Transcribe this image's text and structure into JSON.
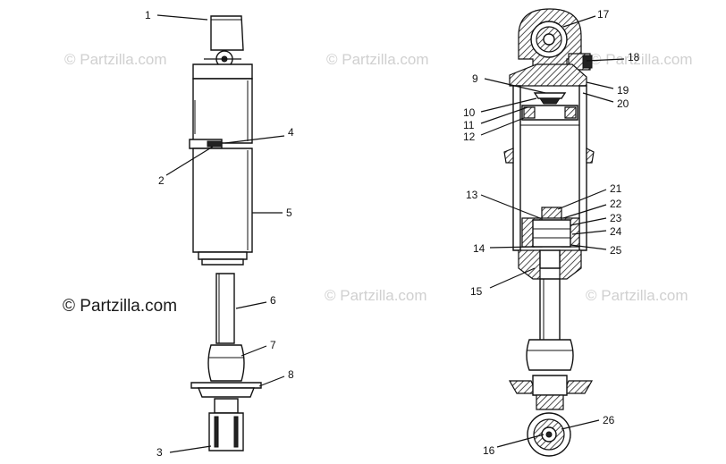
{
  "watermarks": {
    "text": "© Partzilla.com",
    "strong_text": "© Partzilla.com"
  },
  "callouts": [
    "1",
    "2",
    "3",
    "4",
    "5",
    "6",
    "7",
    "8",
    "9",
    "10",
    "11",
    "12",
    "13",
    "14",
    "15",
    "16",
    "17",
    "18",
    "19",
    "20",
    "21",
    "22",
    "23",
    "24",
    "25",
    "26"
  ],
  "colors": {
    "ink": "#111111",
    "watermark": "#d0d0d0",
    "background": "#ffffff"
  }
}
